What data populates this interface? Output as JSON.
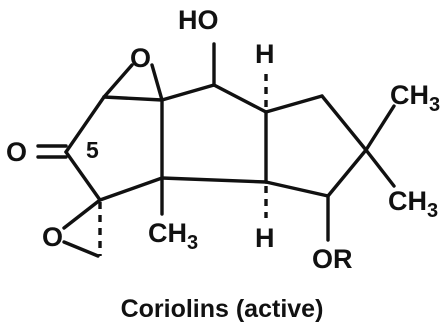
{
  "labels": {
    "ho": "HO",
    "h_top": "H",
    "ch3_top": "CH",
    "ch3_top_sub": "3",
    "ch3_right": "CH",
    "ch3_right_sub": "3",
    "ch3_center": "CH",
    "ch3_center_sub": "3",
    "o_carbonyl": "O",
    "num_5": "5",
    "o_epoxide_top": "O",
    "o_epoxide_bottom": "O",
    "h_bottom": "H",
    "or_group": "OR"
  },
  "caption": "Coriolins (active)"
}
